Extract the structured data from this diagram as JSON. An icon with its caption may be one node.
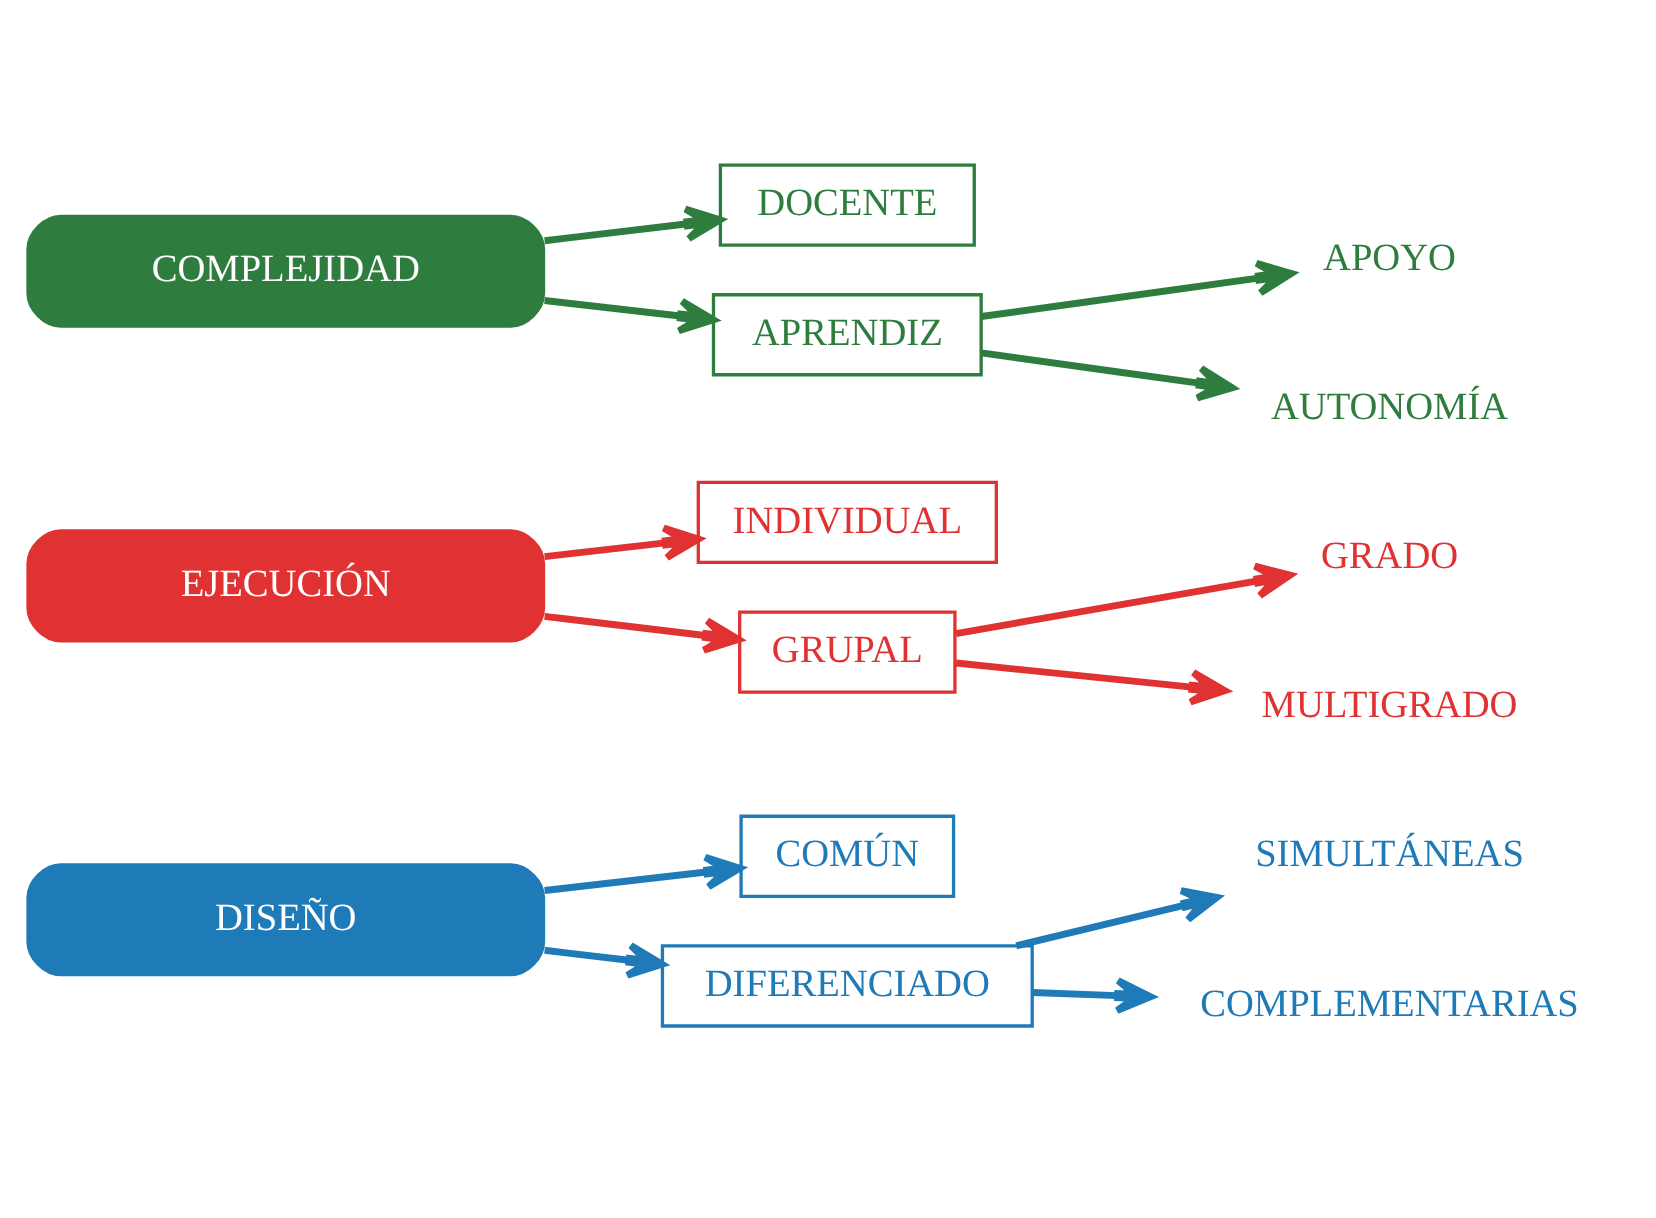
{
  "diagram": {
    "nodes": [
      {
        "text": [
          "DISEÑO"
        ]
      },
      {
        "text": [
          "COMÚN"
        ]
      },
      {
        "text": [
          "DIFERENCIADO"
        ]
      },
      {
        "text": [
          "SIMULTÁNEAS"
        ]
      },
      {
        "text": [
          "COMPLEMENTARIAS"
        ]
      },
      {
        "text": [
          "EJECUCIÓN"
        ]
      },
      {
        "text": [
          "INDIVIDUAL"
        ]
      },
      {
        "text": [
          "GRUPAL"
        ]
      },
      {
        "text": [
          "GRADO"
        ]
      },
      {
        "text": [
          "MULTIGRADO"
        ]
      },
      {
        "text": [
          "COMPLEJIDAD"
        ]
      },
      {
        "text": [
          "DOCENTE"
        ]
      },
      {
        "text": [
          "APRENDIZ"
        ]
      },
      {
        "text": [
          "APOYO"
        ]
      },
      {
        "text": [
          "AUTONOMÍA"
        ]
      }
    ],
    "edges": [
      {
        "from": 0,
        "to": 1,
        "arrow": "to",
        "color": "#1f7ab8"
      },
      {
        "from": 0,
        "to": 2,
        "arrow": "to",
        "color": "#1f7ab8"
      },
      {
        "from": 2,
        "to": 3,
        "arrow": "to",
        "color": "#1f7ab8"
      },
      {
        "from": 2,
        "to": 4,
        "arrow": "to",
        "color": "#1f7ab8"
      },
      {
        "from": 5,
        "to": 6,
        "arrow": "to",
        "color": "#e03232"
      },
      {
        "from": 5,
        "to": 7,
        "arrow": "to",
        "color": "#e03232"
      },
      {
        "from": 7,
        "to": 8,
        "arrow": "to",
        "color": "#e03232"
      },
      {
        "from": 7,
        "to": 9,
        "arrow": "to",
        "color": "#e03232"
      },
      {
        "from": 10,
        "to": 11,
        "arrow": "to",
        "color": "#2e7d3e"
      },
      {
        "from": 10,
        "to": 12,
        "arrow": "to",
        "color": "#2e7d3e"
      },
      {
        "from": 12,
        "to": 13,
        "arrow": "to",
        "color": "#2e7d3e"
      },
      {
        "from": 12,
        "to": 14,
        "arrow": "to",
        "color": "#2e7d3e"
      }
    ]
  }
}
